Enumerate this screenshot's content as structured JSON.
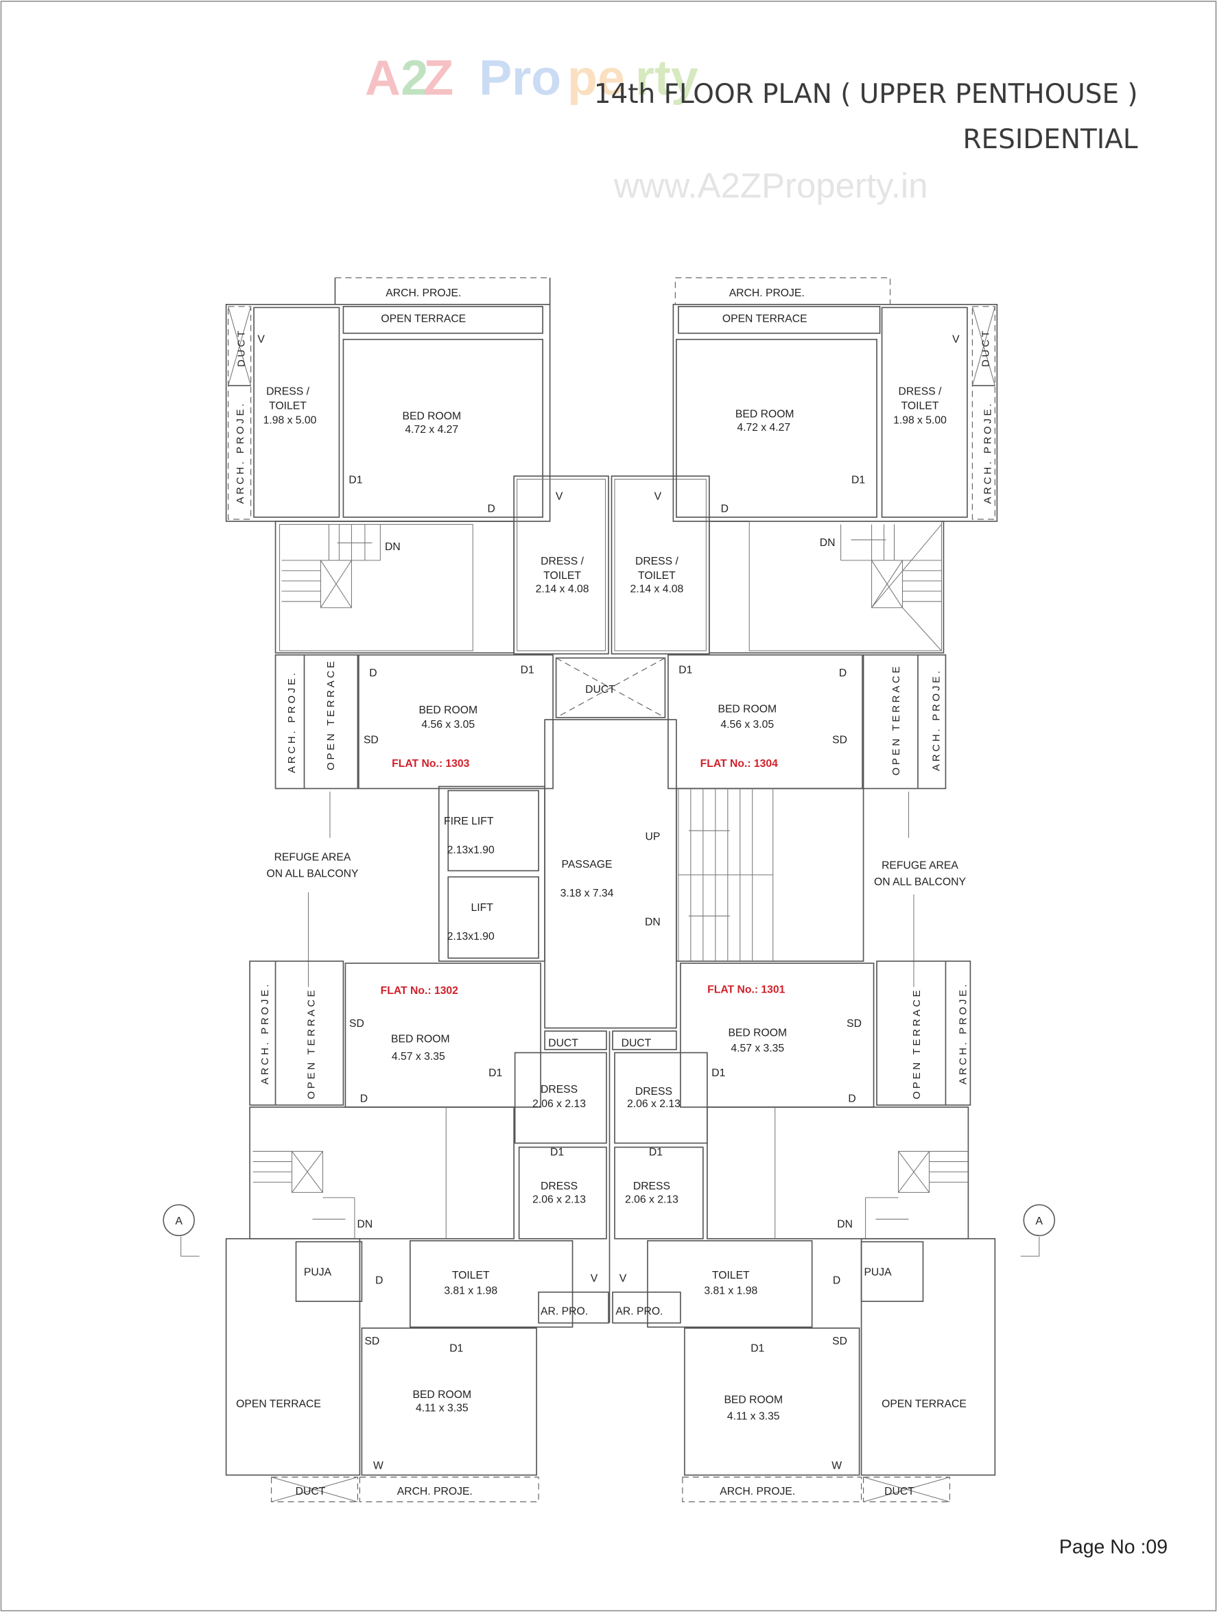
{
  "header": {
    "title": "14th FLOOR PLAN ( UPPER PENTHOUSE )",
    "subtitle": "RESIDENTIAL",
    "watermark_logo": "A2Z Property",
    "watermark_url": "www.A2ZProperty.in"
  },
  "colors": {
    "flat_label": "#d0202a",
    "walls": "#555555",
    "title": "#3a3a3a"
  },
  "section_marker": "A",
  "page_number": "Page No :09",
  "flat1303": {
    "arch_top": "ARCH. PROJE.",
    "terrace_top": "OPEN TERRACE",
    "dress1_a": "DRESS /",
    "dress1_b": "TOILET",
    "dress1_dim": "1.98 x 5.00",
    "bed1_name": "BED ROOM",
    "bed1_dim": "4.72 x 4.27",
    "d1": "D1",
    "d": "D",
    "v": "V",
    "duct": "DUCT",
    "arch_side": "ARCH. PROJE.",
    "dn": "DN",
    "dress2_a": "DRESS /",
    "dress2_b": "TOILET",
    "dress2_dim": "2.14 x 4.08",
    "v2": "V",
    "bed2_d": "D",
    "bed2_d1": "D1",
    "bed2_name": "BED ROOM",
    "bed2_dim": "4.56 x 3.05",
    "sd": "SD",
    "flat_no": "FLAT No.: 1303",
    "arch_side2": "ARCH. PROJE.",
    "terrace_side": "OPEN TERRACE"
  },
  "flat1304": {
    "arch_top": "ARCH. PROJE.",
    "terrace_top": "OPEN TERRACE",
    "dress1_a": "DRESS /",
    "dress1_b": "TOILET",
    "dress1_dim": "1.98 x  5.00",
    "bed1_name": "BED ROOM",
    "bed1_dim": "4.72 x 4.27",
    "d1": "D1",
    "d": "D",
    "v": "V",
    "duct": "DUCT",
    "arch_side": "ARCH. PROJE.",
    "dn": "DN",
    "dress2_a": "DRESS /",
    "dress2_b": "TOILET",
    "dress2_dim": "2.14 x 4.08",
    "v2": "V",
    "bed2_d": "D",
    "bed2_d1": "D1",
    "bed2_name": "BED ROOM",
    "bed2_dim": "4.56 x 3.05",
    "sd": "SD",
    "flat_no": "FLAT No.: 1304",
    "arch_side2": "ARCH. PROJE.",
    "terrace_side": "OPEN TERRACE"
  },
  "core": {
    "duct": "DUCT",
    "fire_lift": "FIRE LIFT",
    "fire_lift_dim": "2.13x1.90",
    "lift": "LIFT",
    "lift_dim": "2.13x1.90",
    "passage": "PASSAGE",
    "passage_dim": "3.18 x 7.34",
    "up": "UP",
    "dn": "DN",
    "refuge_left_a": "REFUGE AREA",
    "refuge_left_b": "ON ALL BALCONY",
    "refuge_right_a": "REFUGE AREA",
    "refuge_right_b": "ON ALL BALCONY"
  },
  "flat1302": {
    "flat_no": "FLAT No.: 1302",
    "sd": "SD",
    "bed1_name": "BED ROOM",
    "bed1_dim": "4.57 x 3.35",
    "d1": "D1",
    "d": "D",
    "arch_side": "ARCH. PROJE.",
    "terrace_side": "OPEN TERRACE",
    "duct": "DUCT",
    "dress1": "DRESS",
    "dress1_dim": "2.06 x 2.13",
    "dress_d1": "D1",
    "dress2": "DRESS",
    "dress2_dim": "2.06 x 2.13",
    "dn": "DN",
    "puja": "PUJA",
    "puja_d": "D",
    "toilet": "TOILET",
    "toilet_dim": "3.81 x 1.98",
    "v": "V",
    "ar_pro": "AR. PRO.",
    "sd2": "SD",
    "bed2_d1": "D1",
    "bed2_name": "BED ROOM",
    "bed2_dim": "4.11 x 3.35",
    "open_terrace": "OPEN TERRACE",
    "w": "W",
    "duct2": "DUCT",
    "arch_bottom": "ARCH. PROJE."
  },
  "flat1301": {
    "flat_no": "FLAT No.: 1301",
    "sd": "SD",
    "bed1_name": "BED ROOM",
    "bed1_dim": "4.57 x 3.35",
    "d1": "D1",
    "d": "D",
    "arch_side": "ARCH. PROJE.",
    "terrace_side": "OPEN TERRACE",
    "duct": "DUCT",
    "dress1": "DRESS",
    "dress1_dim": "2.06 x 2.13",
    "dress_d1": "D1",
    "dress2": "DRESS",
    "dress2_dim": "2.06 x  2.13",
    "dn": "DN",
    "puja": "PUJA",
    "puja_d": "D",
    "toilet": "TOILET",
    "toilet_dim": "3.81 x 1.98",
    "v": "V",
    "ar_pro": "AR. PRO.",
    "sd2": "SD",
    "bed2_d1": "D1",
    "bed2_name": "BED ROOM",
    "bed2_dim": "4.11 x 3.35",
    "open_terrace": "OPEN TERRACE",
    "w": "W",
    "duct2": "DUCT",
    "arch_bottom": "ARCH. PROJE."
  }
}
